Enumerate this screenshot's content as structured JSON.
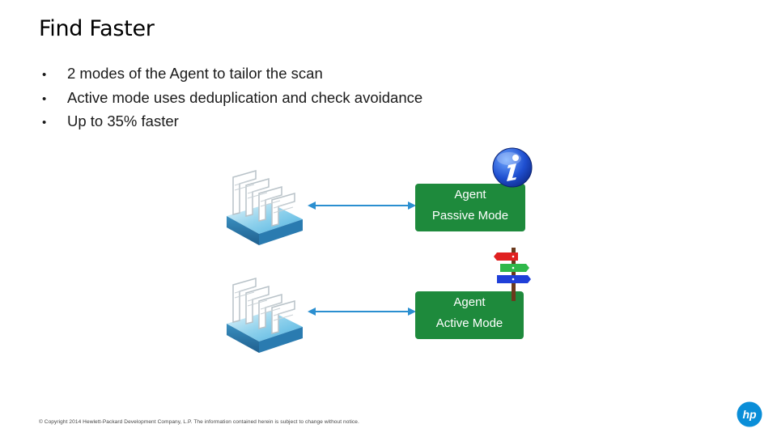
{
  "slide": {
    "title": "Find Faster",
    "bullets": [
      "2 modes of the Agent to tailor the scan",
      "Active mode uses deduplication and check avoidance",
      "Up to 35% faster"
    ],
    "bullet_glyph": "•"
  },
  "diagram": {
    "passive_box": {
      "line1": "Agent",
      "line2": "Passive Mode",
      "color": "#1e8a3c"
    },
    "active_box": {
      "line1": "Agent",
      "line2": "Active Mode",
      "color": "#1e8a3c"
    },
    "arrow_color": "#2b8fd0",
    "icons": [
      "server-icon",
      "info-icon",
      "signpost-icon"
    ]
  },
  "footer": {
    "copyright": "© Copyright 2014 Hewlett-Packard Development Company, L.P.  The information contained herein is subject to change without notice."
  },
  "logo": {
    "text": "hp",
    "color": "#0a8ed8"
  }
}
